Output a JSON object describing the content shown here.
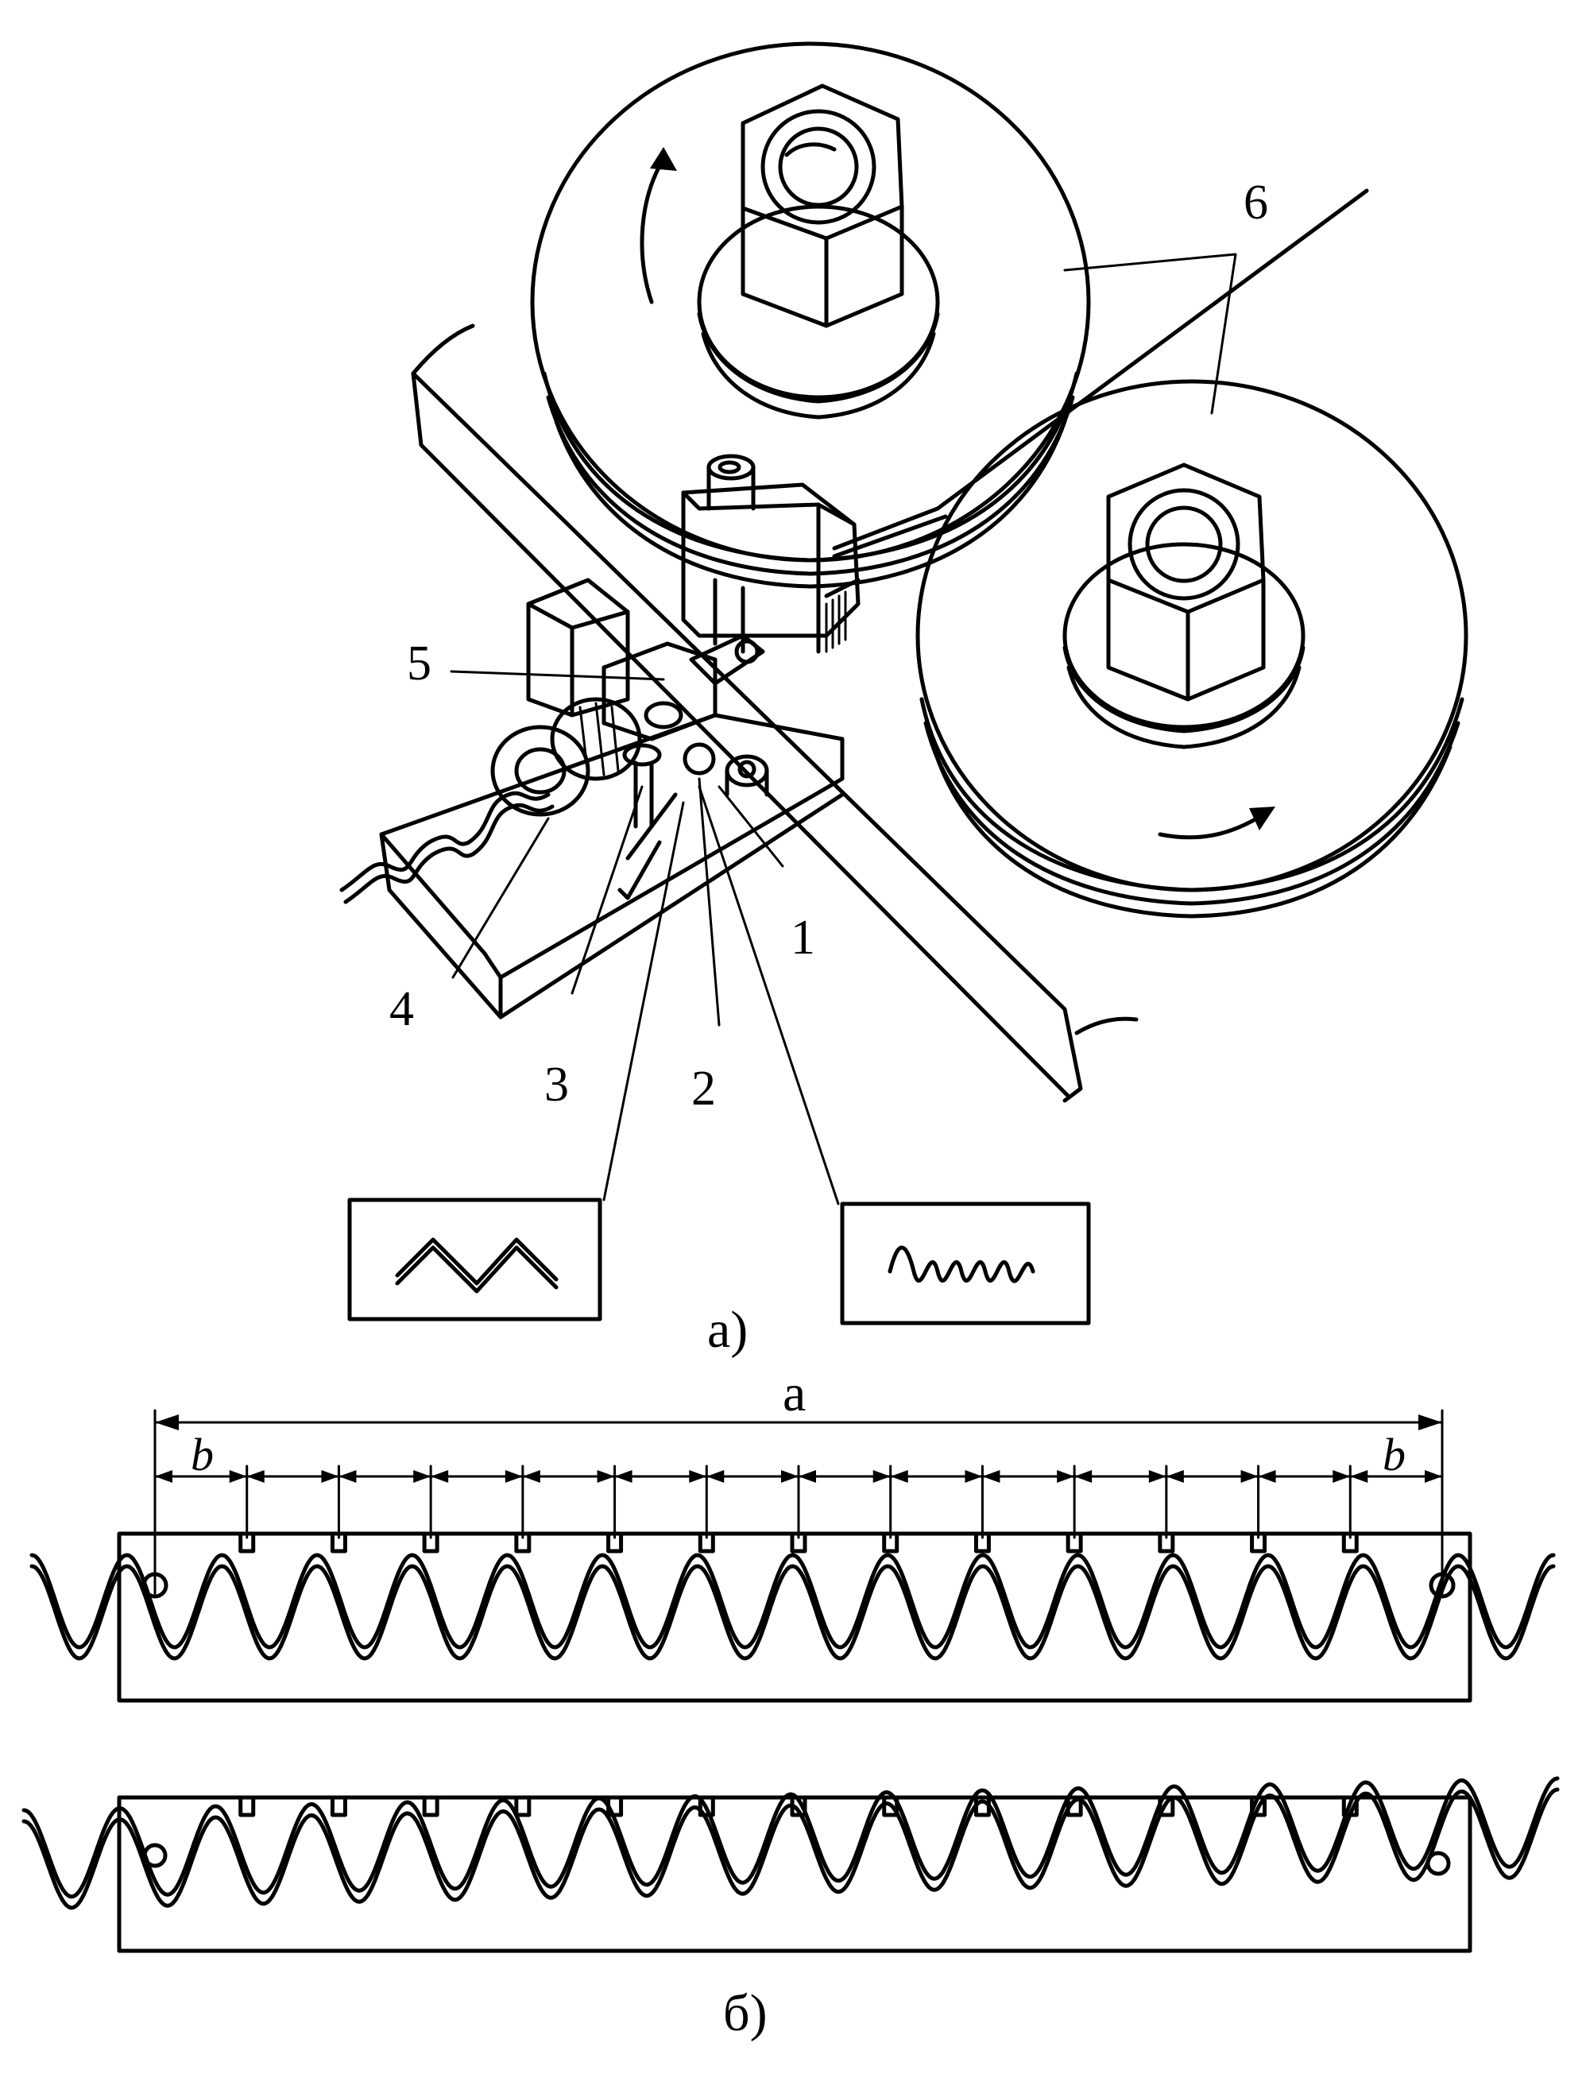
{
  "figure": {
    "labels": [
      "1",
      "2",
      "3",
      "4",
      "5",
      "6"
    ],
    "caption_a": "а)",
    "caption_b": "б)",
    "dim_total": "a",
    "dim_pitch_left": "b",
    "dim_pitch_right": "b"
  },
  "geometry_notes": {
    "wave_count_top_rail": 15,
    "wave_count_bottom_rail": 15,
    "pitch_marks": 15
  }
}
